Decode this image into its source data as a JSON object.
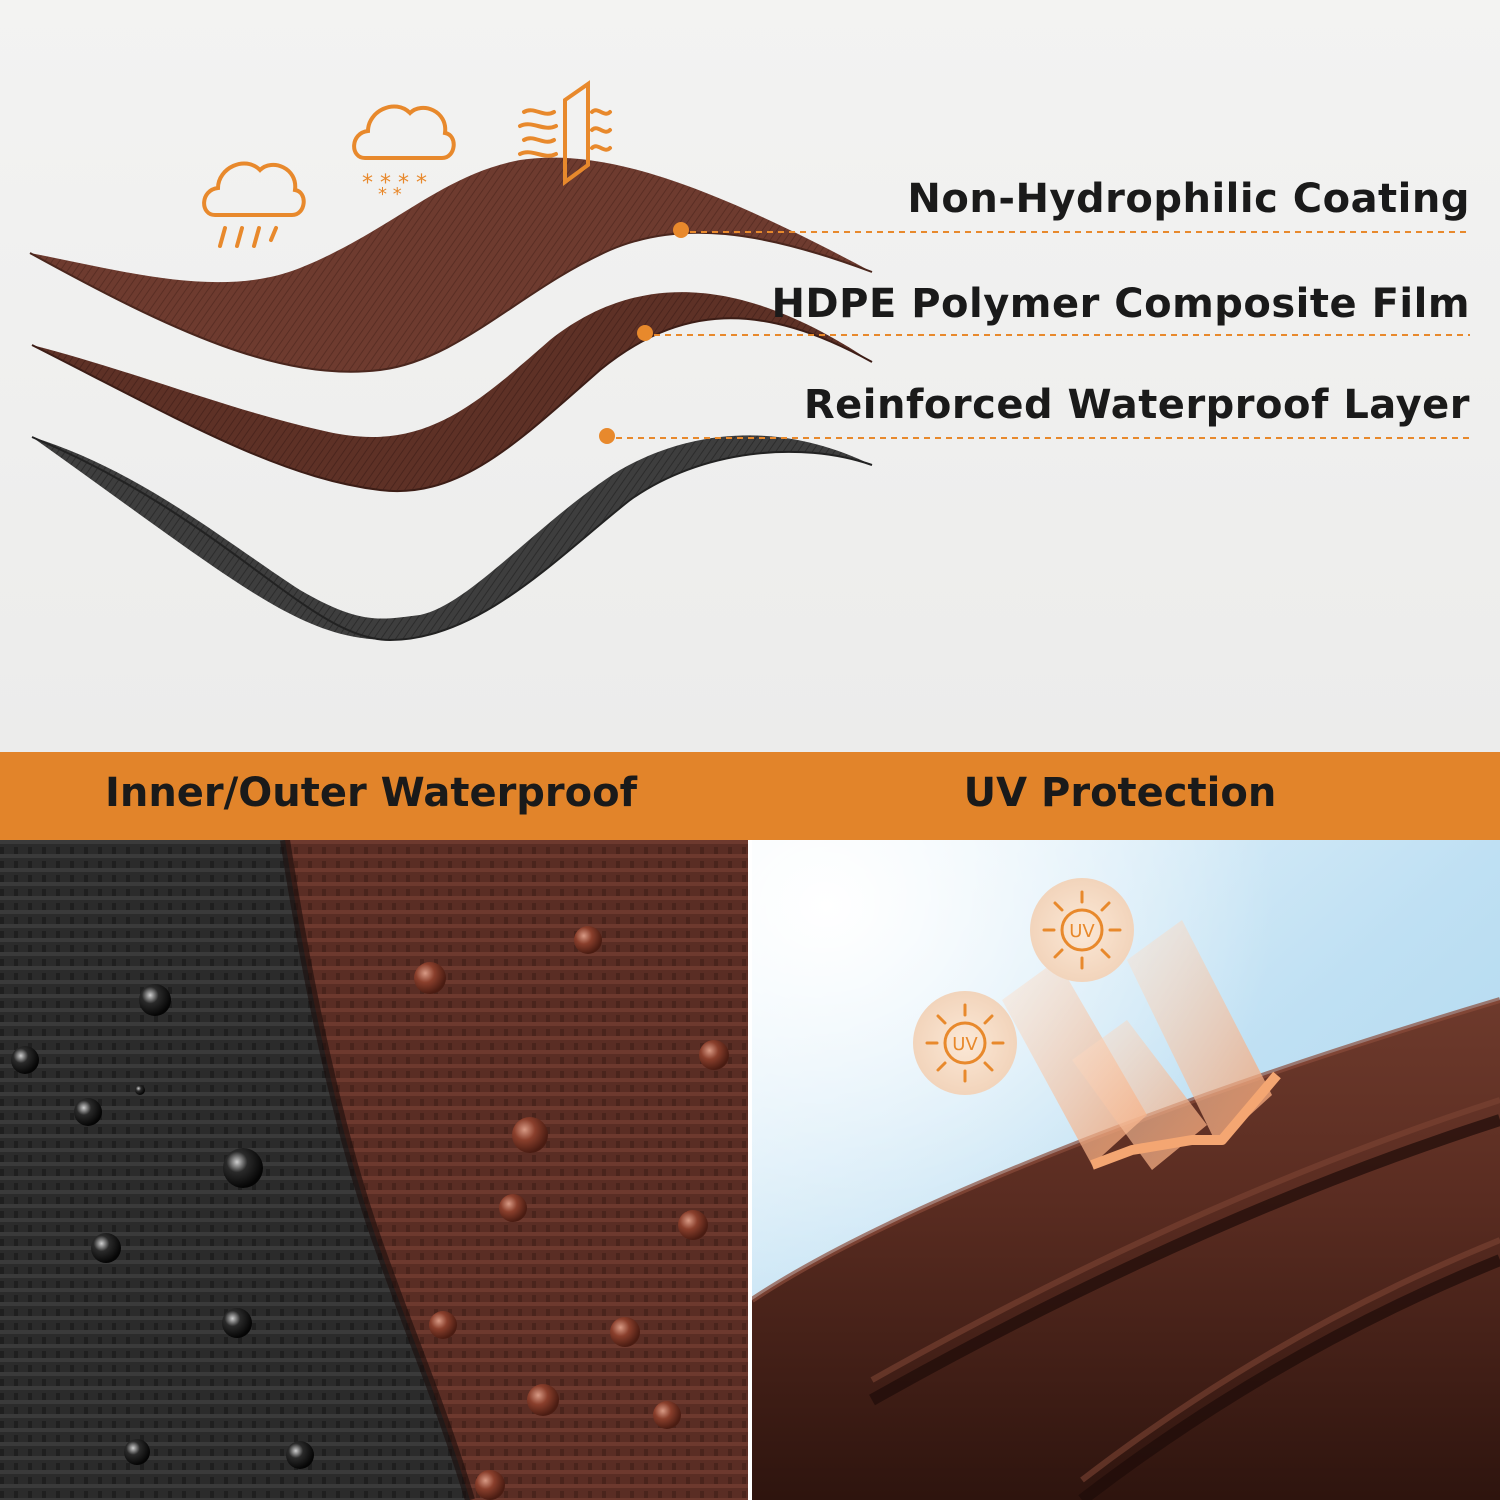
{
  "layers": {
    "coating_label": "Non-Hydrophilic Coating",
    "film_label": "HDPE Polymer Composite Film",
    "waterproof_label": "Reinforced Waterproof Layer"
  },
  "features": {
    "left_title": "Inner/Outer Waterproof",
    "right_title": "UV Protection",
    "uv_badge_text": "UV"
  },
  "icons": [
    "rain-cloud-icon",
    "snow-cloud-icon",
    "wind-wall-icon",
    "sun-uv-icon"
  ],
  "colors": {
    "accent": "#e2842a",
    "brown_layer": "#6b3a2e",
    "dark_layer": "#3a3a3a",
    "background": "#f0f0ef"
  }
}
